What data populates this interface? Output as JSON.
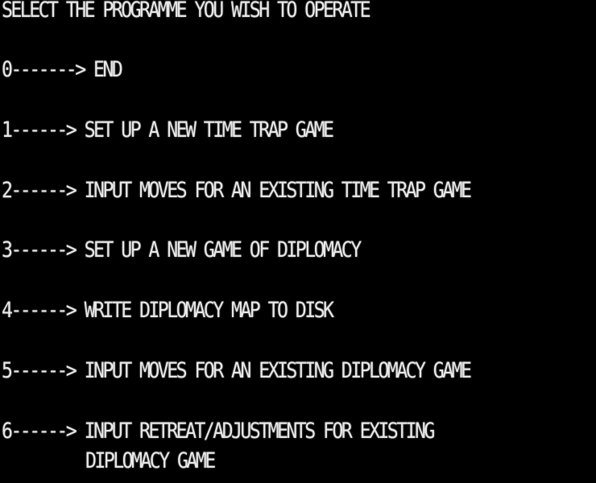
{
  "screen": {
    "prompt": "SELECT THE PROGRAMME YOU WISH TO OPERATE",
    "menu": [
      {
        "key": "0-------> ",
        "label": "END"
      },
      {
        "key": "1------> ",
        "label": "SET UP A NEW TIME TRAP GAME"
      },
      {
        "key": "2------> ",
        "label": "INPUT MOVES FOR AN EXISTING TIME TRAP GAME"
      },
      {
        "key": "3------> ",
        "label": "SET UP A NEW GAME OF DIPLOMACY"
      },
      {
        "key": "4------> ",
        "label": "WRITE DIPLOMACY MAP TO DISK"
      },
      {
        "key": "5------> ",
        "label": "INPUT MOVES FOR AN EXISTING DIPLOMACY GAME"
      },
      {
        "key": "6------> ",
        "label": "INPUT RETREAT/ADJUSTMENTS FOR EXISTING",
        "label_continued": "DIPLOMACY GAME"
      }
    ],
    "colors": {
      "background": "#000000",
      "text": "#e8e8e8"
    }
  }
}
